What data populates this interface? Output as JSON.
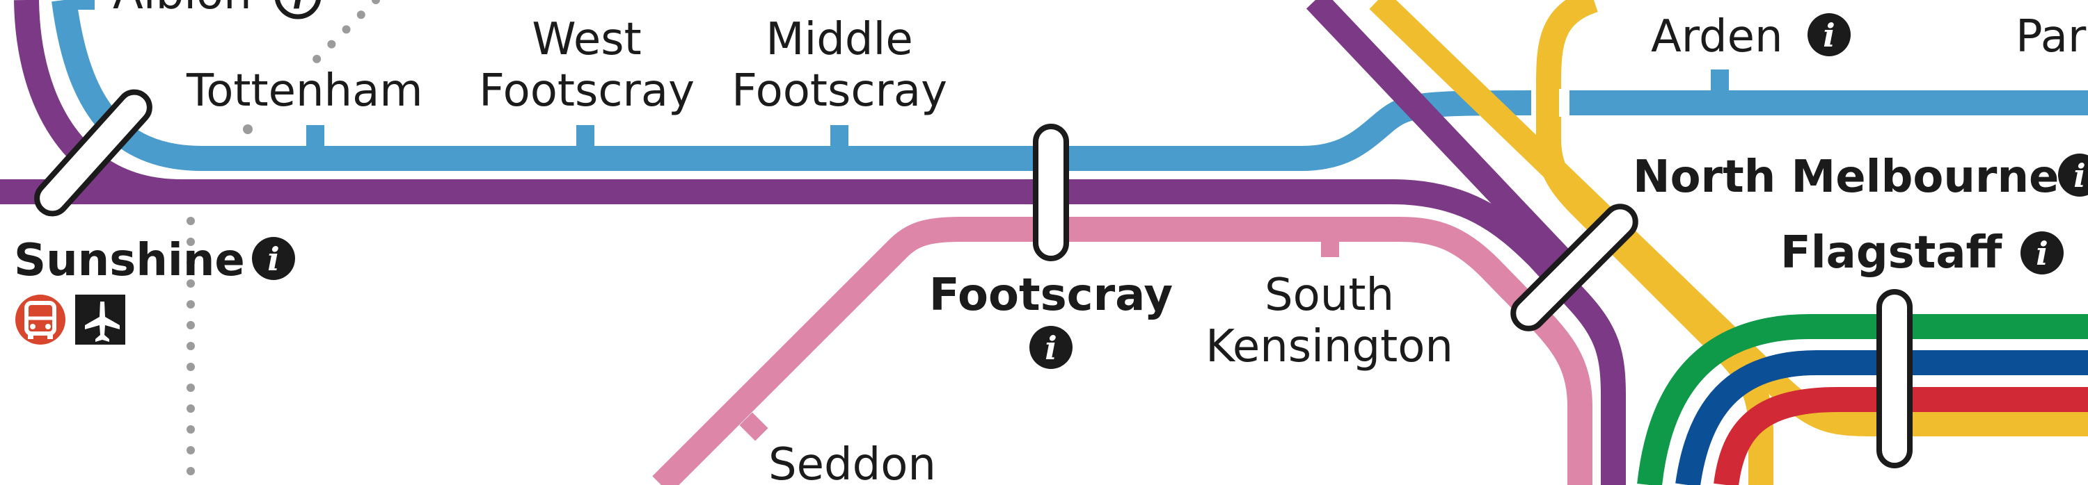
{
  "stations": {
    "albion": "Albion",
    "tottenham": "Tottenham",
    "west_footscray": [
      "West",
      "Footscray"
    ],
    "middle_footscray": [
      "Middle",
      "Footscray"
    ],
    "sunshine": "Sunshine",
    "footscray": "Footscray",
    "south_kensington": [
      "South",
      "Kensington"
    ],
    "seddon": "Seddon",
    "arden": "Arden",
    "north_melbourne": "North Melbourne",
    "flagstaff": "Flagstaff",
    "parkville_partial": "Par"
  },
  "info_glyph": "i",
  "icons": [
    "info-icon",
    "bus-icon",
    "airport-icon"
  ],
  "lines": {
    "light_blue": "#4a9ccc",
    "purple": "#7c3a86",
    "pink": "#dd86a8",
    "yellow": "#f0bd2e",
    "green": "#0e9a49",
    "dark_blue": "#0b4f97",
    "red": "#d12a36",
    "grey_dots": "#9b9b9b"
  },
  "colors": {
    "bus_red": "#d9462e",
    "icon_black": "#1b1b1b",
    "background": "#ffffff"
  }
}
